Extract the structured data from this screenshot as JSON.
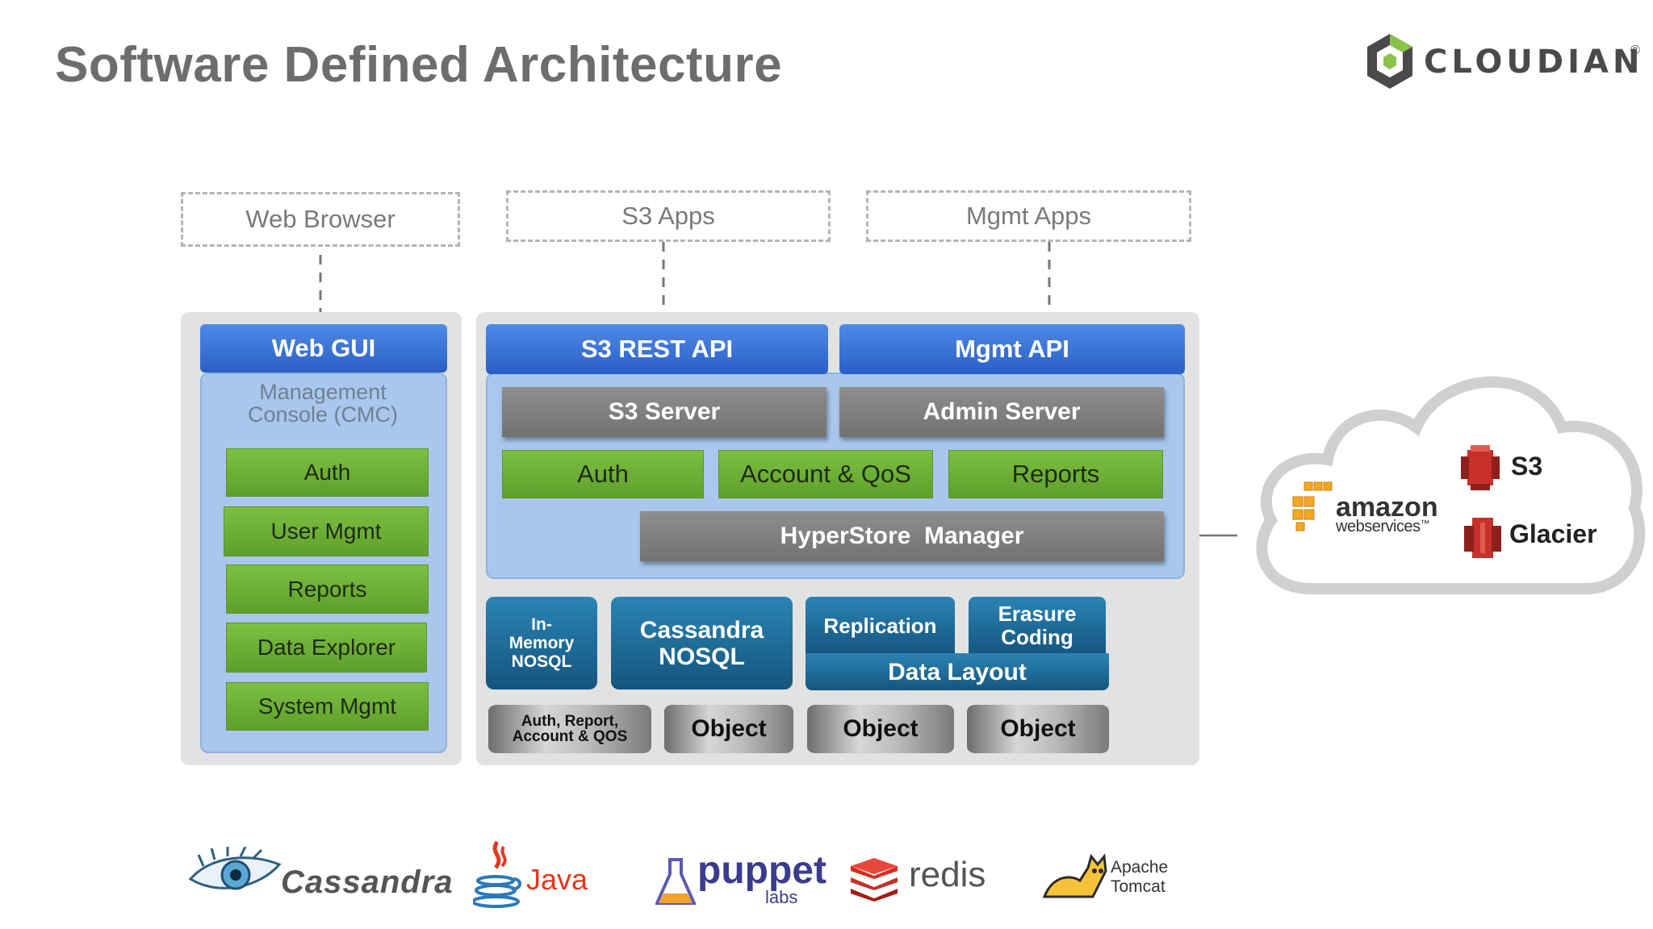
{
  "title": "Software Defined Architecture",
  "brand": {
    "name": "CLOUDIAN",
    "trademark": "®"
  },
  "clients": {
    "web_browser": "Web Browser",
    "s3_apps": "S3 Apps",
    "mgmt_apps": "Mgmt Apps"
  },
  "left_panel": {
    "header": "Web GUI",
    "console_label": "Management Console (CMC)",
    "items": [
      "Auth",
      "User Mgmt",
      "Reports",
      "Data Explorer",
      "System Mgmt"
    ]
  },
  "right_panel": {
    "s3_rest_api": "S3 REST API",
    "mgmt_api": "Mgmt API",
    "s3_server": "S3 Server",
    "admin_server": "Admin Server",
    "auth": "Auth",
    "account_qos": "Account & QoS",
    "reports": "Reports",
    "hyperstore_manager": "HyperStore  Manager",
    "in_memory_nosql": "In-\nMemory\nNOSQL",
    "cassandra_nosql": "Cassandra\nNOSQL",
    "replication": "Replication",
    "erasure_coding": "Erasure\nCoding",
    "data_layout": "Data Layout",
    "stores": [
      "Auth, Report,\nAccount & QOS",
      "Object",
      "Object",
      "Object"
    ]
  },
  "cloud": {
    "amazon": "amazon",
    "web_services": "webservices",
    "trademark": "™",
    "s3": "S3",
    "glacier": "Glacier"
  },
  "tech_logos": {
    "cassandra": "Cassandra",
    "java": "Java",
    "puppet": "puppet",
    "puppet_sub": "labs",
    "redis": "redis",
    "tomcat_line1": "Apache",
    "tomcat_line2": "Tomcat"
  },
  "colors": {
    "title": "#6d6d6d",
    "api_blue": "#2f6ad0",
    "server_gray": "#7f7f7f",
    "module_green": "#6eb236",
    "storage_teal": "#1d6794",
    "panel_light_blue": "#a9c7ec",
    "aws_orange": "#f5a623",
    "aws_red": "#c7312a"
  }
}
